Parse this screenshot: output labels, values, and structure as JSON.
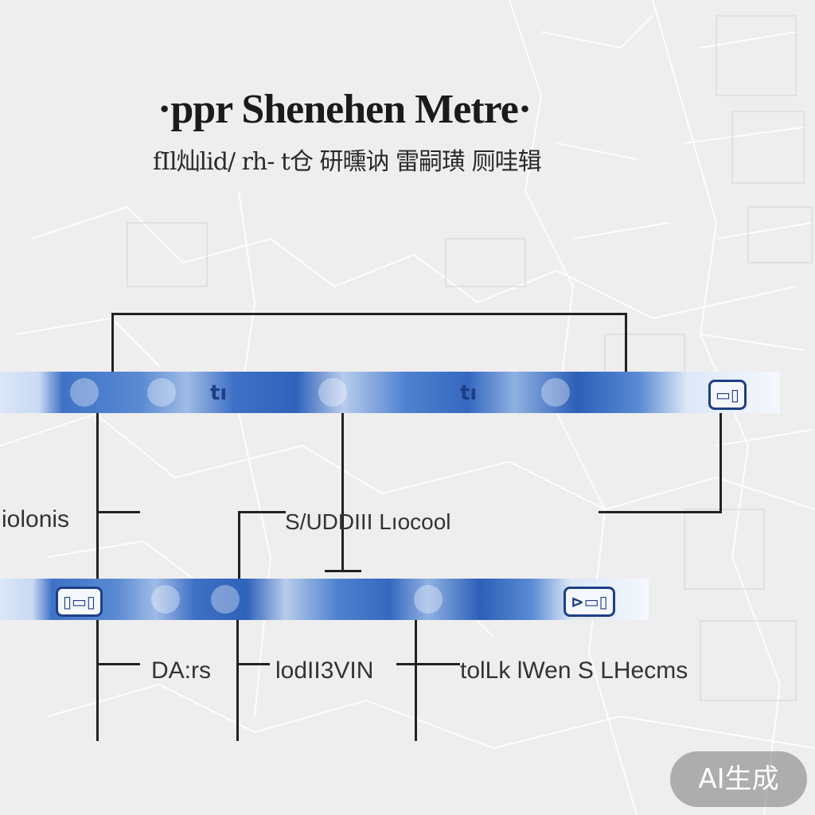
{
  "header": {
    "title": "·ppr Shenehen Metre·",
    "subtitle": "fIl灿lid/ rh- t仓 研曛讷 雷嗣璜 厕哇辑"
  },
  "bands": {
    "top": {
      "mark_a": "tı",
      "mark_b": "tı",
      "logo": "▭▯"
    },
    "bottom": {
      "logo_left": "▯▭▯",
      "logo_right": "⊳▭▯"
    }
  },
  "labels": {
    "left_mid": "iolonis",
    "center_mid": "S/UDDIII Lıocool",
    "bottom_1": "DA:rs",
    "bottom_2": "lodII3VIN",
    "bottom_3": "tolLk lWen S LHecms"
  },
  "watermark": {
    "text": "AI生成"
  },
  "colors": {
    "band_dark": "#2f62ba",
    "band_light": "#dbe6f7",
    "line": "#222222",
    "background": "#eeeeef"
  }
}
